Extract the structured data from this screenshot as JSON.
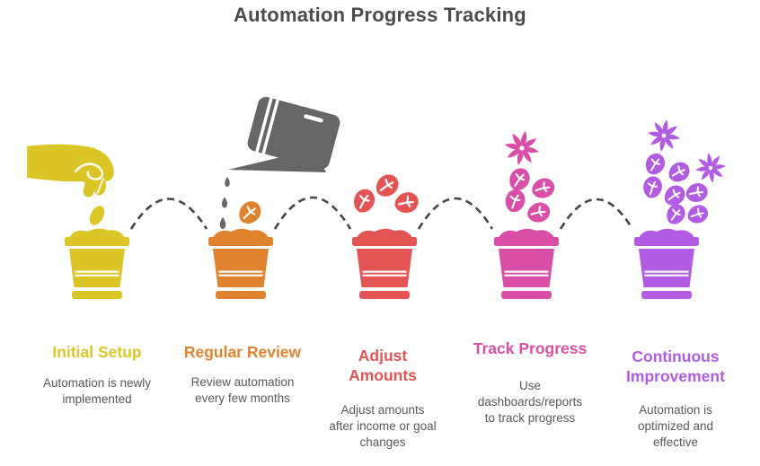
{
  "title": "Automation Progress Tracking",
  "title_color": "#4a4b4d",
  "text_color": "#58595b",
  "connectors": {
    "color": "#454545",
    "style": "dashed-arc",
    "count": 4
  },
  "watering_can_color": "#666666",
  "stages": [
    {
      "id": "initial-setup",
      "label_lines": [
        "Initial Setup"
      ],
      "description_lines": [
        "Automation is newly",
        "implemented"
      ],
      "color": "#dcc527",
      "icon": "hand-planting-seeds-in-pot"
    },
    {
      "id": "regular-review",
      "label_lines": [
        "Regular Review"
      ],
      "description_lines": [
        "Review automation",
        "every few months"
      ],
      "color": "#e0832f",
      "icon": "watering-can-over-pot-with-sprout"
    },
    {
      "id": "adjust-amounts",
      "label_lines": [
        "Adjust",
        "Amounts"
      ],
      "description_lines": [
        "Adjust amounts",
        "after income or goal",
        "changes"
      ],
      "color": "#e25554",
      "icon": "pot-with-three-leaf-buds"
    },
    {
      "id": "track-progress",
      "label_lines": [
        "Track Progress"
      ],
      "description_lines": [
        "Use",
        "dashboards/reports",
        "to track progress"
      ],
      "color": "#d94fa8",
      "icon": "pot-with-flower-and-buds"
    },
    {
      "id": "continuous-improvement",
      "label_lines": [
        "Continuous",
        "Improvement"
      ],
      "description_lines": [
        "Automation is",
        "optimized and",
        "effective"
      ],
      "color": "#b15ce2",
      "icon": "pot-in-full-bloom"
    }
  ]
}
